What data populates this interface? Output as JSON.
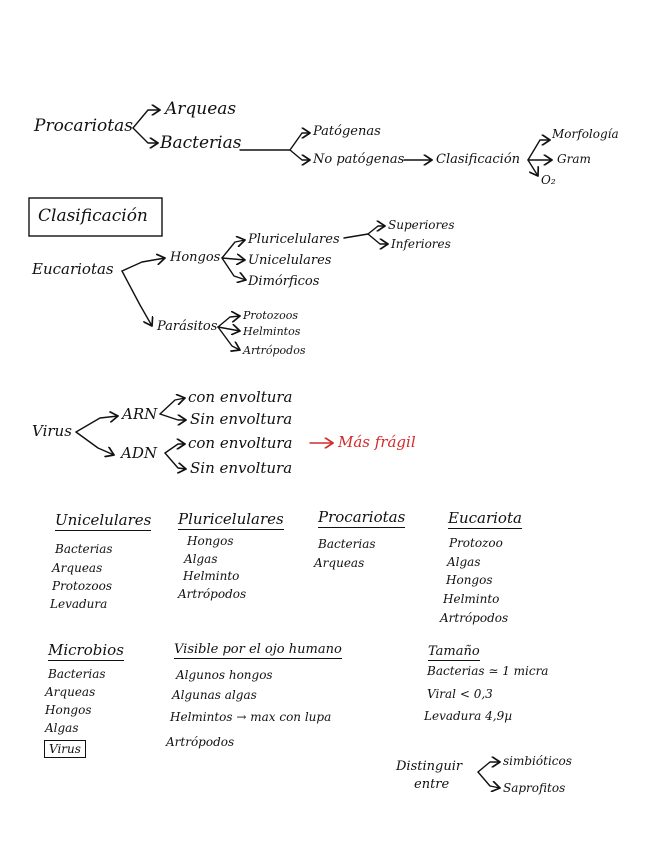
{
  "procariotas": {
    "root": "Procariotas",
    "arqueas": "Arqueas",
    "bacterias": "Bacterias",
    "patogenas": "Patógenas",
    "no_patogenas": "No patógenas",
    "clasificacion": "Clasificación",
    "morfologia": "Morfología",
    "gram": "Gram",
    "o2": "O₂"
  },
  "title_box": "Clasificación",
  "eucariotas": {
    "root": "Eucariotas",
    "hongos": "Hongos",
    "pluricelulares": "Pluricelulares",
    "superiores": "Superiores",
    "inferiores": "Inferiores",
    "unicelulares": "Unicelulares",
    "dimorficos": "Dimórficos",
    "parasitos": "Parásitos",
    "protozoos": "Protozoos",
    "helmintos": "Helmintos",
    "artropodos": "Artrópodos"
  },
  "virus": {
    "root": "Virus",
    "arn": "ARN",
    "adn": "ADN",
    "arn_con": "con envoltura",
    "arn_sin": "Sin envoltura",
    "adn_con": "con envoltura",
    "adn_sin": "Sin envoltura",
    "mas_fragil": "Más frágil"
  },
  "lists": {
    "unicelulares": {
      "heading": "Unicelulares",
      "items": [
        "Bacterias",
        "Arqueas",
        "Protozoos",
        "Levadura"
      ]
    },
    "pluricelulares": {
      "heading": "Pluricelulares",
      "items": [
        "Hongos",
        "Algas",
        "Helminto",
        "Artrópodos"
      ]
    },
    "procariotas": {
      "heading": "Procariotas",
      "items": [
        "Bacterias",
        "Arqueas"
      ]
    },
    "eucariota": {
      "heading": "Eucariota",
      "items": [
        "Protozoo",
        "Algas",
        "Hongos",
        "Helminto",
        "Artrópodos"
      ]
    },
    "microbios": {
      "heading": "Microbios",
      "items": [
        "Bacterias",
        "Arqueas",
        "Hongos",
        "Algas",
        "Virus"
      ]
    },
    "visible": {
      "heading": "Visible por el ojo humano",
      "items": [
        "Algunos hongos",
        "Algunas algas",
        "Helmintos → max con lupa",
        "Artrópodos"
      ]
    },
    "tamano": {
      "heading": "Tamaño",
      "items": [
        "Bacterias ≃ 1 micra",
        "Viral < 0,3",
        "Levadura  4,9µ"
      ]
    }
  },
  "distinguir": {
    "label_1": "Distinguir",
    "label_2": "entre",
    "simbioticos": "simbióticos",
    "saprofitos": "Saprofitos"
  }
}
